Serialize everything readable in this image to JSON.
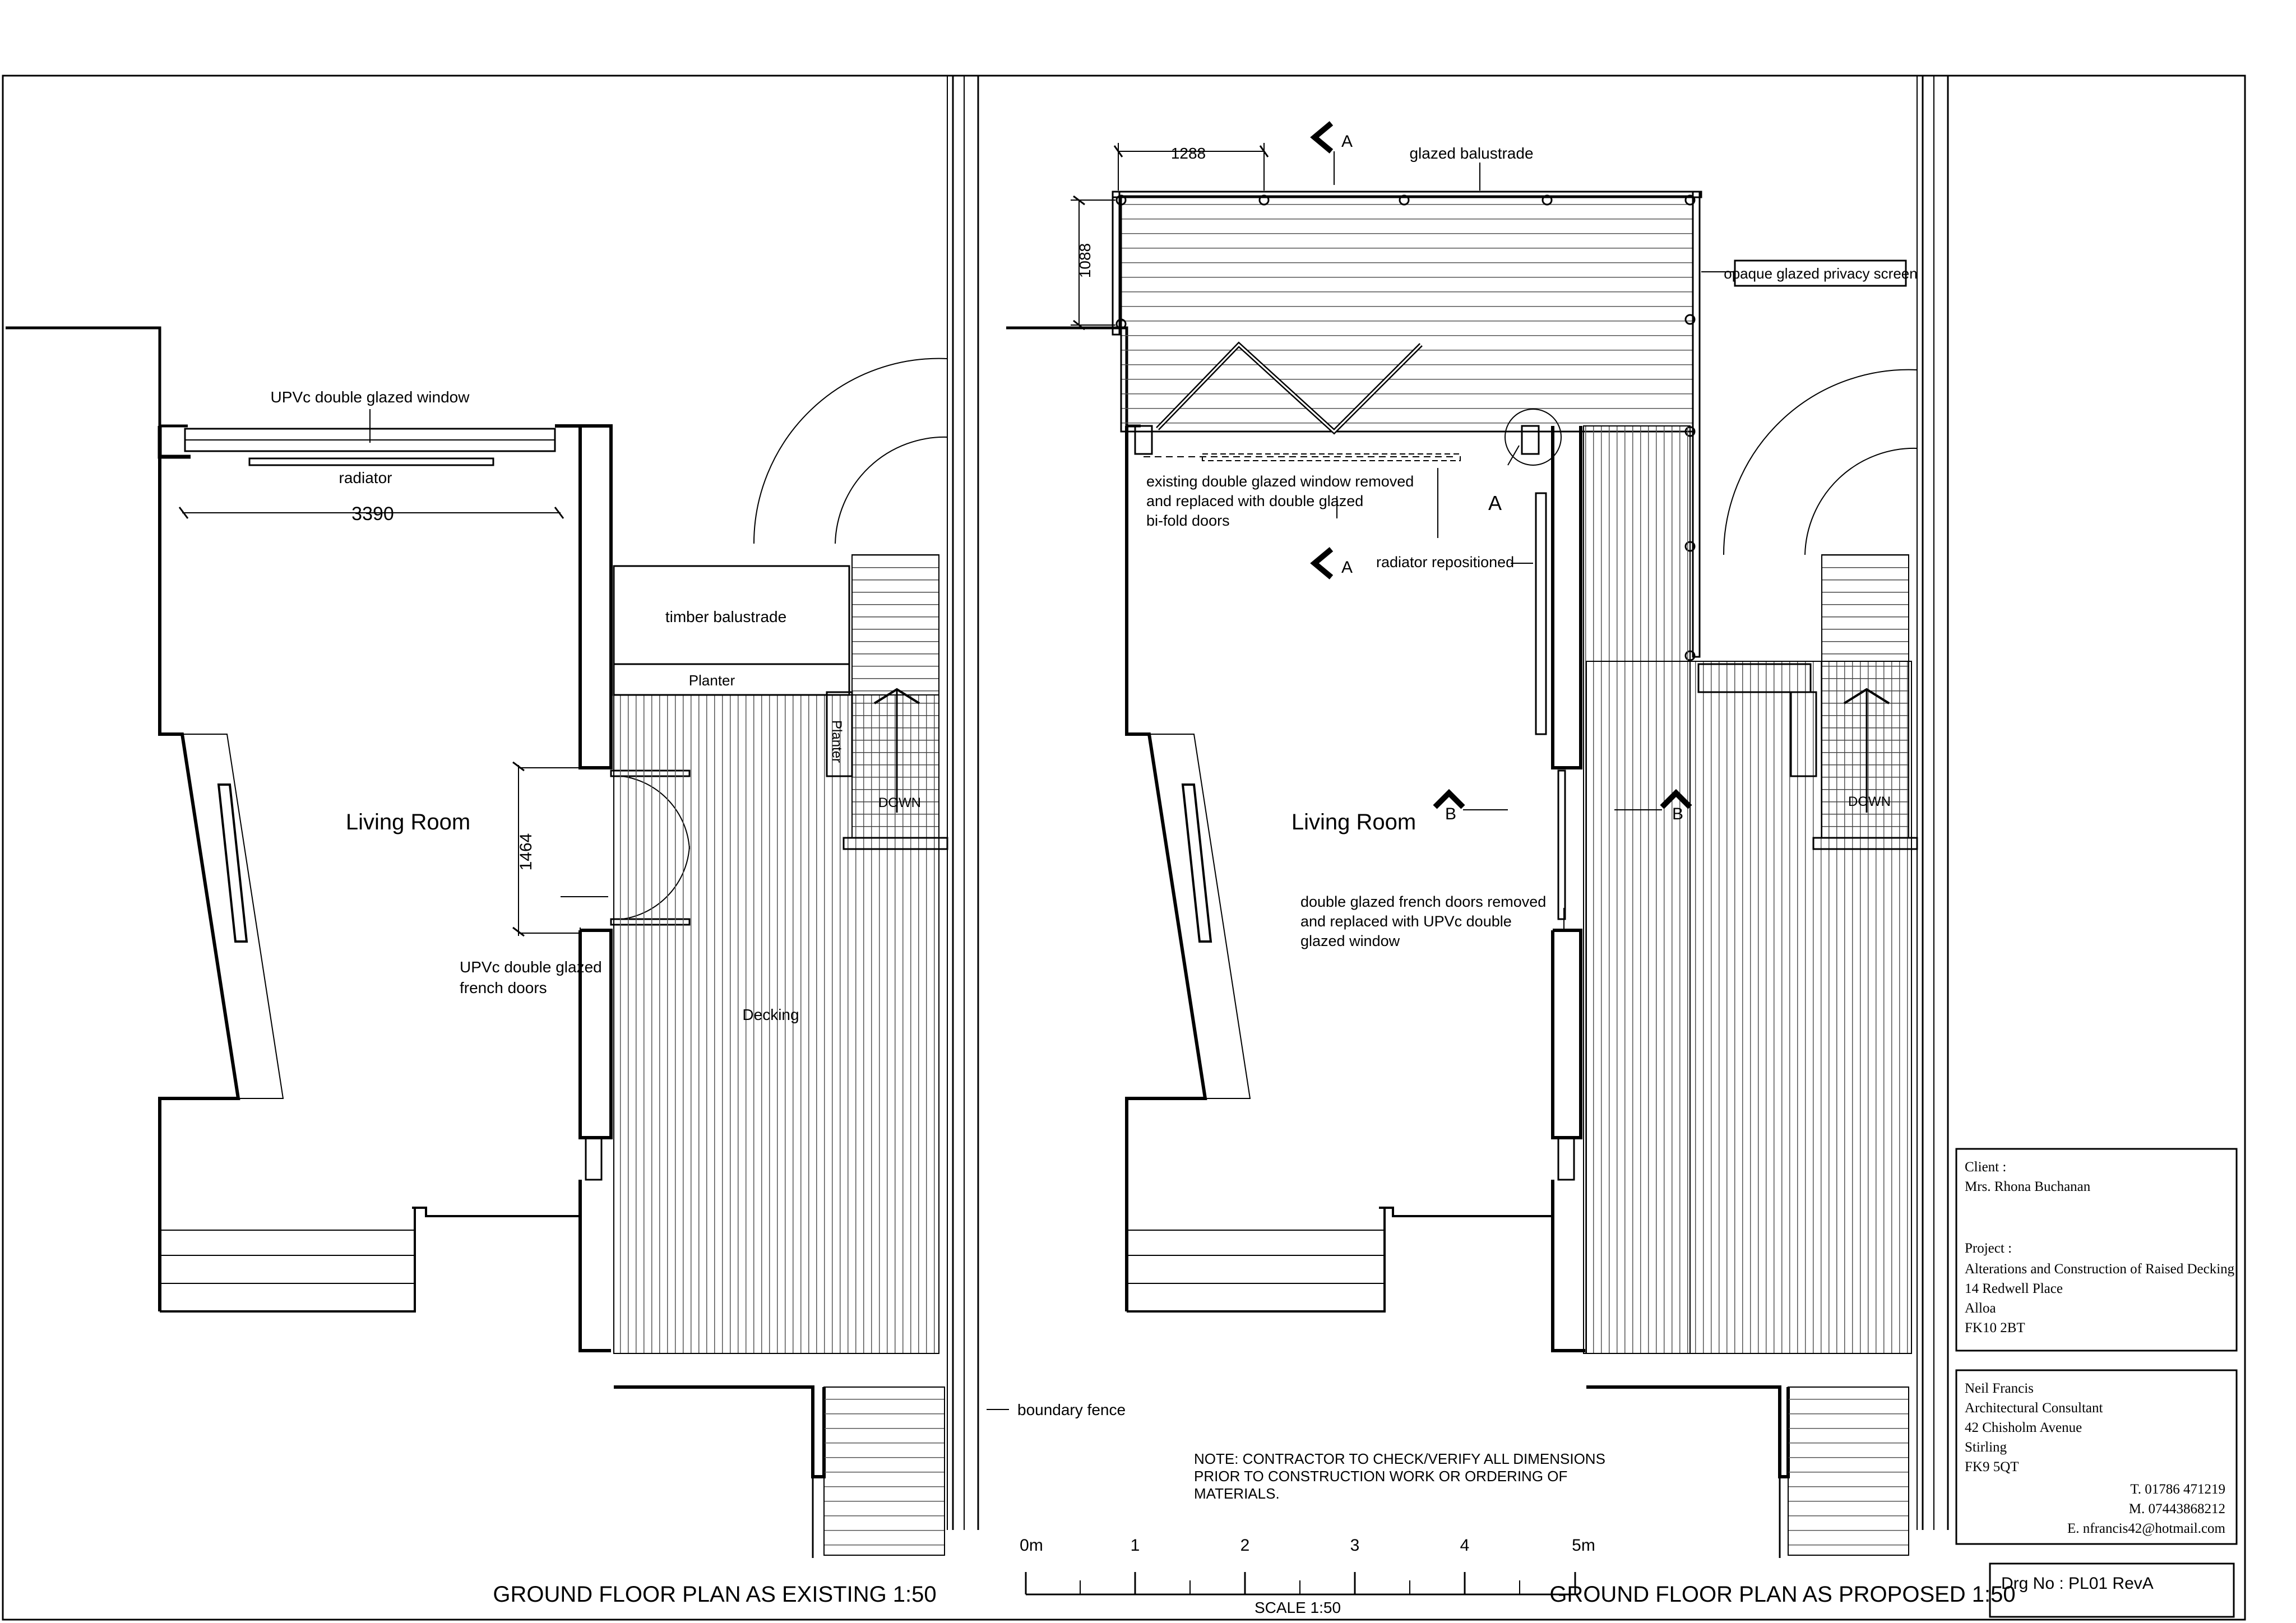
{
  "existing_plan": {
    "title": "GROUND FLOOR PLAN AS EXISTING    1:50",
    "labels": {
      "upvc_window": "UPVc double glazed window",
      "radiator": "radiator",
      "dim_3390": "3390",
      "timber_balustrade": "timber balustrade",
      "planter_h": "Planter",
      "planter_v": "Planter",
      "down": "DOWN",
      "living_room": "Living Room",
      "dim_1464": "1464",
      "french_doors_1": "UPVc double glazed",
      "french_doors_2": "french doors",
      "decking": "Decking",
      "boundary_fence": "boundary fence"
    }
  },
  "proposed_plan": {
    "title": "GROUND FLOOR PLAN AS PROPOSED    1:50",
    "labels": {
      "dim_1288": "1288",
      "dim_1088": "1088",
      "glazed_balustrade": "glazed balustrade",
      "privacy_screen": "opaque glazed privacy screen",
      "section_a": "A",
      "detail_a": "A",
      "section_b": "B",
      "bifold_1": "existing double glazed window removed",
      "bifold_2": "and replaced with double glazed",
      "bifold_3": "bi-fold doors",
      "radiator_repositioned": "radiator repositioned",
      "living_room": "Living Room",
      "french_removed_1": "double glazed french doors removed",
      "french_removed_2": "and replaced with UPVc double",
      "french_removed_3": "glazed window",
      "down": "DOWN"
    }
  },
  "note": {
    "line1": "NOTE: CONTRACTOR TO CHECK/VERIFY ALL DIMENSIONS",
    "line2": "PRIOR TO CONSTRUCTION WORK OR ORDERING OF",
    "line3": "MATERIALS."
  },
  "scale_bar": {
    "ticks": [
      "0m",
      "1",
      "2",
      "3",
      "4",
      "5m"
    ],
    "caption": "SCALE    1:50"
  },
  "title_block": {
    "client_label": "Client :",
    "client_name": "Mrs. Rhona Buchanan",
    "project_label": "Project :",
    "project_lines": [
      "Alterations and Construction of  Raised Decking",
      "14 Redwell Place",
      "Alloa",
      "FK10 2BT"
    ],
    "consultant_lines": [
      "Neil Francis",
      "Architectural Consultant",
      "42 Chisholm Avenue",
      "Stirling",
      "FK9 5QT"
    ],
    "phone": "T.  01786 471219",
    "mobile": "M.  07443868212",
    "email": "E.  nfrancis42@hotmail.com",
    "drawing_no": "Drg No : PL01 RevA"
  }
}
